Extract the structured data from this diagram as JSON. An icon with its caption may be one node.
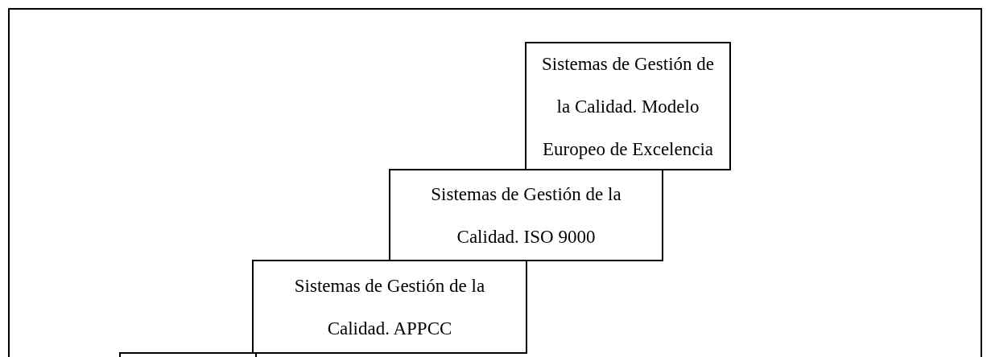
{
  "diagram": {
    "nodes": [
      {
        "text": [
          "Sistemas de Gestión de la Calidad. Modelo Europeo de Excelencia"
        ]
      },
      {
        "text": [
          "Sistemas de Gestión de la Calidad. ISO 9000"
        ]
      },
      {
        "text": [
          "Sistemas de Gestión de la Calidad. APPCC"
        ]
      },
      {
        "text": [],
        "shape": "box"
      }
    ]
  }
}
